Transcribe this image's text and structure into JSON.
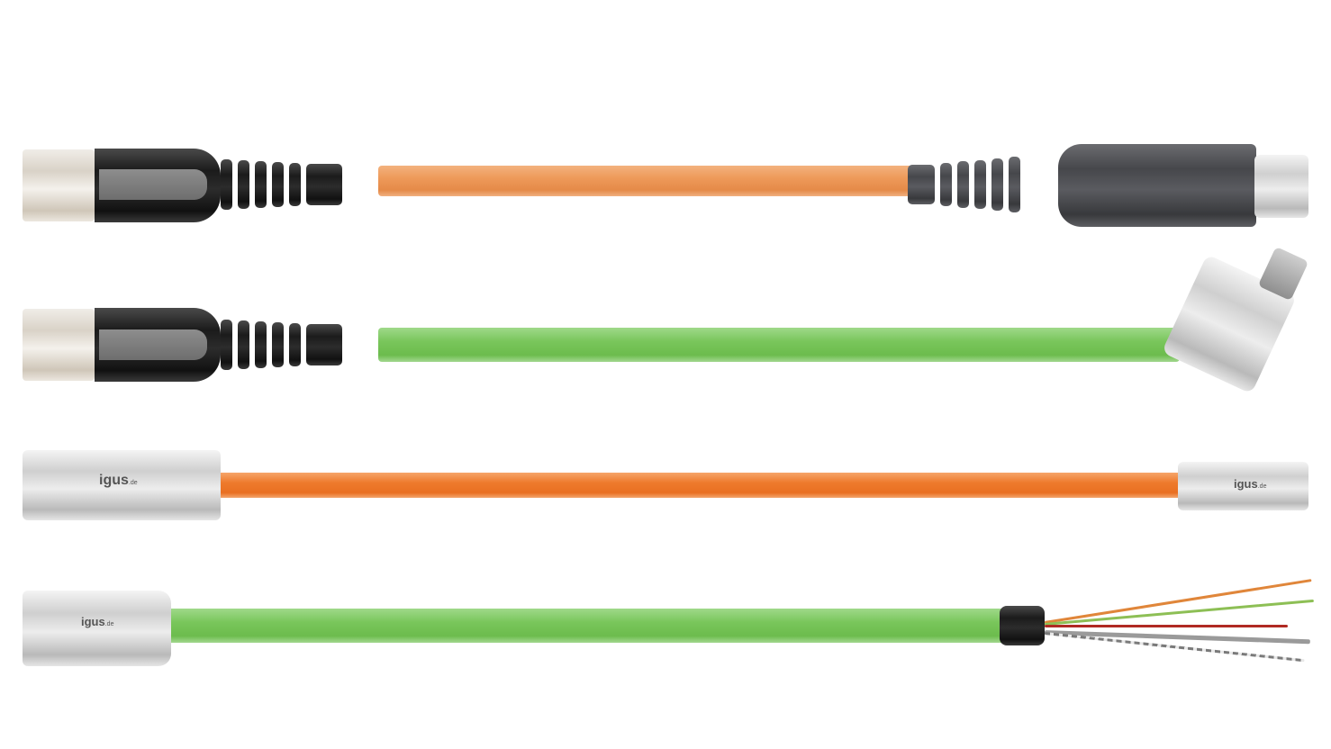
{
  "image": {
    "description": "Four industrial connector cables on white background",
    "background": "#ffffff"
  },
  "cables": [
    {
      "jacket_color": "#ee9a5a",
      "left_connector": "clear/black overmolded circular connector with strain-relief spiral",
      "right_connector": "dark grey overmolded circular connector with metal threaded end"
    },
    {
      "jacket_color": "#79c65b",
      "left_connector": "clear/black overmolded circular connector with strain-relief spiral",
      "right_connector": "angled metal D-sub connector"
    },
    {
      "jacket_color": "#ee7a2c",
      "left_connector": "metal circular connector",
      "left_brand": "igus",
      "left_brand_suffix": ".de",
      "right_connector": "small metal circular connector",
      "right_brand": "igus",
      "right_brand_suffix": ".de"
    },
    {
      "jacket_color": "#79c65b",
      "left_connector": "metal knurled circular connector",
      "left_brand": "igus",
      "left_brand_suffix": ".de",
      "right_end": "open end with stripped twisted-pair wires",
      "wire_colors": [
        "#e0863a",
        "#8dbf55",
        "#b02a23",
        "#9a9a9a",
        "#c8c8c8"
      ]
    }
  ]
}
